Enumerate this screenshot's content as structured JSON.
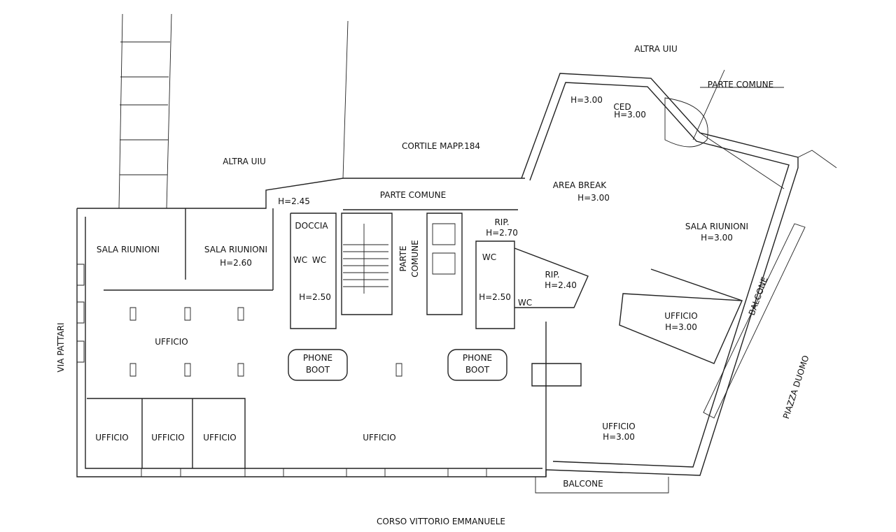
{
  "labels": {
    "altra_uiu_left": "ALTRA UIU",
    "cortile": "CORTILE MAPP.184",
    "altra_uiu_right": "ALTRA UIU",
    "parte_comune_top": "PARTE COMUNE",
    "h_small_room": "H=3.00",
    "ced": "CED",
    "ced_h": "H=3.00",
    "area_break": "AREA BREAK",
    "area_break_h": "H=3.00",
    "sala_riunioni_right": "SALA RIUNIONI",
    "sala_riunioni_right_h": "H=3.00",
    "parte_comune_corridor": "PARTE COMUNE",
    "h_245": "H=2.45",
    "doccia": "DOCCIA",
    "sala_riunioni_1": "SALA RIUNIONI",
    "sala_riunioni_2": "SALA RIUNIONI",
    "sala_riunioni_2_h": "H=2.60",
    "wc_1": "WC",
    "wc_2": "WC",
    "wc_left_h": "H=2.50",
    "parte": "PARTE",
    "comune": "COMUNE",
    "rip_1": "RIP.",
    "rip_1_h": "H=2.70",
    "wc_3": "WC",
    "rip_2": "RIP.",
    "rip_2_h": "H=2.40",
    "wc_right_h": "H=2.50",
    "wc_4": "WC",
    "ufficio_open": "UFFICIO",
    "phone_1a": "PHONE",
    "phone_1b": "BOOT",
    "phone_2a": "PHONE",
    "phone_2b": "BOOT",
    "ufficio_right": "UFFICIO",
    "ufficio_right_h": "H=3.00",
    "balcone_right": "BALCONE",
    "via_pattari": "VIA PATTARI",
    "piazza_duomo": "PIAZZA DUOMO",
    "ufficio_a": "UFFICIO",
    "ufficio_b": "UFFICIO",
    "ufficio_c": "UFFICIO",
    "ufficio_main": "UFFICIO",
    "ufficio_corner": "UFFICIO",
    "ufficio_corner_h": "H=3.00",
    "balcone_bottom": "BALCONE",
    "corso": "CORSO VITTORIO EMMANUELE"
  }
}
